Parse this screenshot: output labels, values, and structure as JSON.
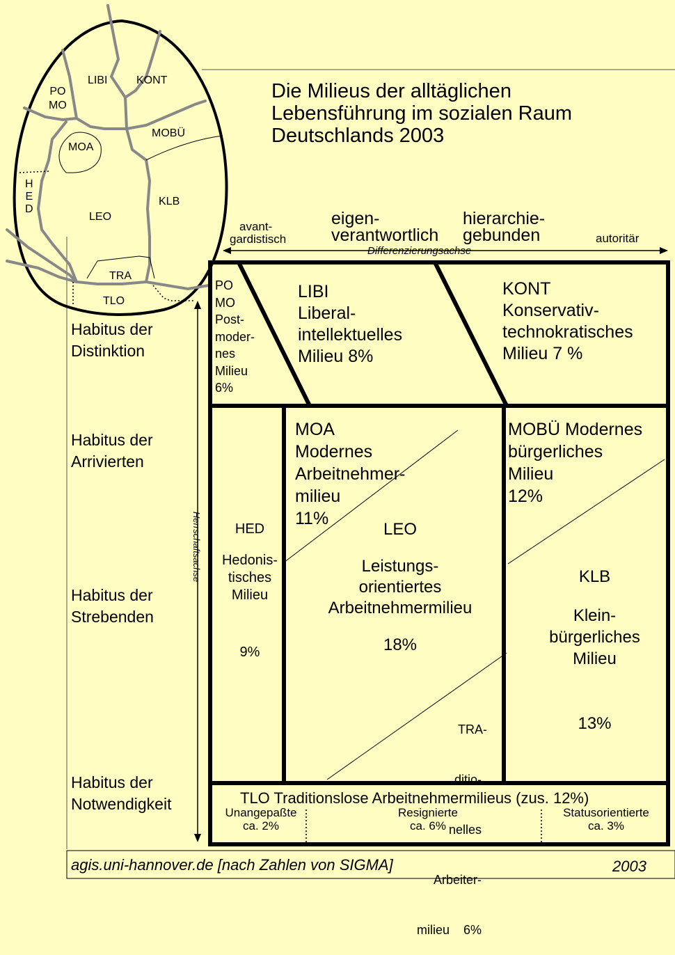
{
  "title": {
    "line1": "Die Milieus der alltäglichen",
    "line2": "Lebensführung im sozialen Raum",
    "line3": "Deutschlands 2003"
  },
  "axis": {
    "left_label": [
      "avant-",
      "gardistisch"
    ],
    "mid_left_label": [
      "eigen-",
      "verantwortlich"
    ],
    "mid_right_label": [
      "hierarchie-",
      "gebunden"
    ],
    "right_label": "autoritär",
    "axis_name": "Differenzierungsachse",
    "vertical_axis_name": "Herrschaftsachse"
  },
  "habitus": [
    [
      "Habitus der",
      "Distinktion"
    ],
    [
      "Habitus der",
      "Arrivierten"
    ],
    [
      "Habitus der",
      "Strebenden"
    ],
    [
      "Habitus der",
      "Notwendigkeit"
    ]
  ],
  "overview_labels": {
    "pomo": [
      "PO",
      "MO"
    ],
    "libi": "LIBI",
    "kont": "KONT",
    "mobue": "MOBÜ",
    "moa": "MOA",
    "hed": [
      "H",
      "E",
      "D"
    ],
    "leo": "LEO",
    "klb": "KLB",
    "tra": "TRA",
    "tlo": "TLO"
  },
  "milieus": {
    "pomo": [
      "PO",
      "MO",
      "Post-",
      "moder-",
      "nes",
      "Milieu",
      "6%"
    ],
    "libi": [
      "LIBI",
      "Liberal-",
      "intellektuelles",
      "Milieu 8%"
    ],
    "kont": [
      "KONT",
      "Konservativ-",
      "technokratisches",
      "Milieu 7 %"
    ],
    "moa": [
      "MOA",
      "Modernes",
      "Arbeitnehmer-",
      "milieu",
      "11%"
    ],
    "mobue": [
      "MOBÜ Modernes",
      "bürgerliches",
      "Milieu",
      "12%"
    ],
    "hed": {
      "abbr": "HED",
      "name": [
        "Hedonis-",
        "tisches",
        "Milieu"
      ],
      "pct": "9%"
    },
    "leo": {
      "abbr": "LEO",
      "name": [
        "Leistungs-",
        "orientiertes",
        "Arbeitnehmermilieu"
      ],
      "pct": "18%"
    },
    "klb": {
      "abbr": "KLB",
      "name": [
        "Klein-",
        "bürgerliches",
        "Milieu"
      ],
      "pct": "13%"
    },
    "tra": [
      "TRA-",
      "ditio-",
      "nelles",
      "Arbeiter-",
      "milieu    6%"
    ],
    "tlo": {
      "heading": "TLO  Traditionslose Arbeitnehmermilieus (zus. 12%)",
      "sub": [
        {
          "name": "Unangepaßte",
          "pct": "ca.  2%"
        },
        {
          "name": "Resignierte",
          "pct": "ca.  6%"
        },
        {
          "name": "Statusorientierte",
          "pct": "ca.  3%"
        }
      ]
    }
  },
  "footer": {
    "source_site": "agis.uni-hannover.de",
    "source_note": "[nach Zahlen von SIGMA]",
    "year": "2003"
  },
  "colors": {
    "background": "#fffdc2",
    "lines": "#000000",
    "overview_roads": "#8a8a8a"
  }
}
